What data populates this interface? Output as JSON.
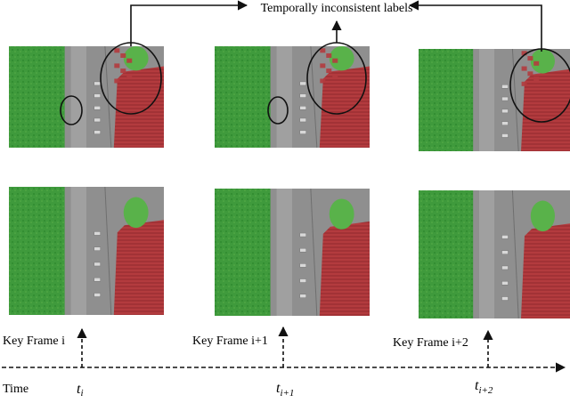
{
  "header": {
    "annotation": "Temporally inconsistent labels"
  },
  "frames": [
    {
      "label": "Key Frame i",
      "time_base": "t",
      "time_sub": "i"
    },
    {
      "label": "Key Frame i+1",
      "time_base": "t",
      "time_sub": "i+1"
    },
    {
      "label": "Key Frame i+2",
      "time_base": "t",
      "time_sub": "i+2"
    }
  ],
  "timeline": {
    "label": "Time"
  },
  "colors": {
    "vegetation": "#3f9a3c",
    "vegetation_light": "#59b24a",
    "road": "#8f8f8f",
    "road_light": "#a6a6a6",
    "building": "#b33b3e",
    "building_dark": "#922a2e",
    "annotation_stroke": "#111111"
  }
}
